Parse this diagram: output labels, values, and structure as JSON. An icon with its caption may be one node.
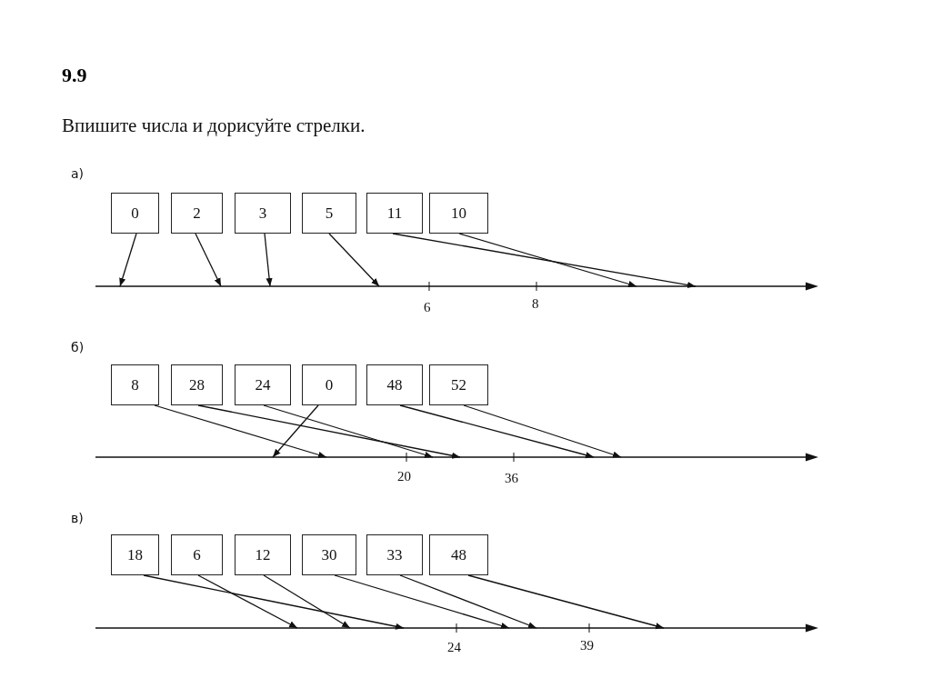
{
  "diagram": {
    "title": "9.9",
    "nodes": [
      {
        "text": [
          "0"
        ]
      },
      {
        "text": [
          "2"
        ]
      },
      {
        "text": [
          "3"
        ]
      },
      {
        "text": [
          "5"
        ]
      },
      {
        "text": [
          "11"
        ]
      },
      {
        "text": [
          "10"
        ]
      },
      {
        "text": [
          "8"
        ]
      },
      {
        "text": [
          "28"
        ]
      },
      {
        "text": [
          "24"
        ]
      },
      {
        "text": [
          "0"
        ]
      },
      {
        "text": [
          "48"
        ]
      },
      {
        "text": [
          "52"
        ]
      },
      {
        "text": [
          "18"
        ]
      },
      {
        "text": [
          "6"
        ]
      },
      {
        "text": [
          "12"
        ]
      },
      {
        "text": [
          "30"
        ]
      },
      {
        "text": [
          "33"
        ]
      },
      {
        "text": [
          "48"
        ]
      }
    ],
    "edges": [
      {
        "from": 0,
        "to": null,
        "arrow": "to"
      },
      {
        "from": 1,
        "to": null,
        "arrow": "to"
      },
      {
        "from": 2,
        "to": null,
        "arrow": "to"
      },
      {
        "from": 3,
        "to": null,
        "arrow": "to"
      },
      {
        "from": 4,
        "to": null,
        "arrow": "to"
      },
      {
        "from": 5,
        "to": null,
        "arrow": "to"
      },
      {
        "from": 6,
        "to": null,
        "arrow": "to"
      },
      {
        "from": 7,
        "to": null,
        "arrow": "to"
      },
      {
        "from": 8,
        "to": null,
        "arrow": "to"
      },
      {
        "from": 9,
        "to": null,
        "arrow": "to"
      },
      {
        "from": 10,
        "to": null,
        "arrow": "to"
      },
      {
        "from": 11,
        "to": null,
        "arrow": "to"
      },
      {
        "from": 12,
        "to": null,
        "arrow": "to"
      },
      {
        "from": 13,
        "to": null,
        "arrow": "to"
      },
      {
        "from": 14,
        "to": null,
        "arrow": "to"
      },
      {
        "from": 15,
        "to": null,
        "arrow": "to"
      },
      {
        "from": 16,
        "to": null,
        "arrow": "to"
      },
      {
        "from": 17,
        "to": null,
        "arrow": "to"
      }
    ],
    "labels": [
      "Впишите числа и дорисуйте стрелки.",
      "а)",
      "6",
      "8",
      "б)",
      "20",
      "36",
      "в)",
      "24",
      "39"
    ]
  }
}
